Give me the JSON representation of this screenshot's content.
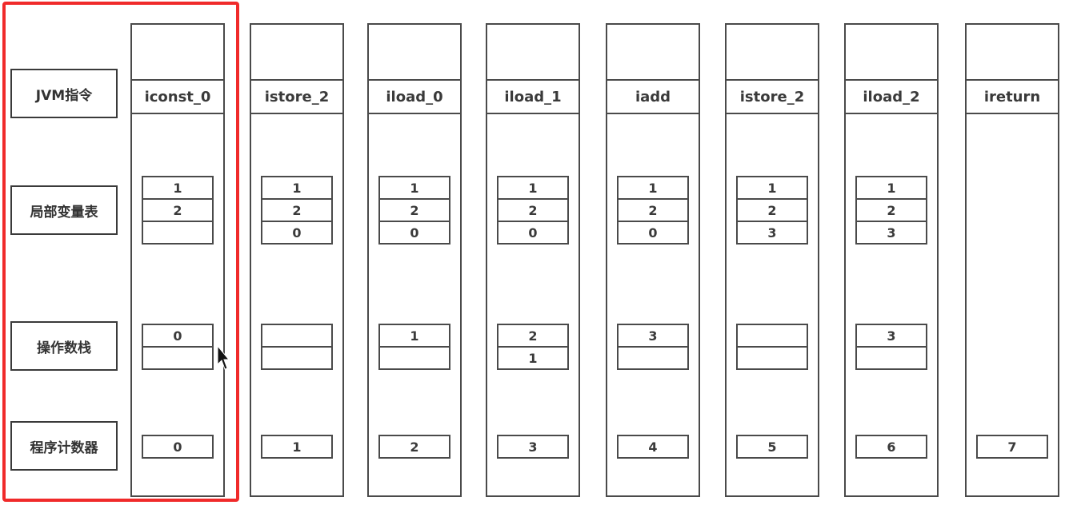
{
  "row_labels": {
    "instruction": "JVM指令",
    "locals": "局部变量表",
    "stack": "操作数栈",
    "pc": "程序计数器"
  },
  "columns": [
    {
      "instruction": "iconst_0",
      "locals": [
        "1",
        "2",
        ""
      ],
      "stack": [
        "0",
        ""
      ],
      "pc": "0"
    },
    {
      "instruction": "istore_2",
      "locals": [
        "1",
        "2",
        "0"
      ],
      "stack": [
        "",
        ""
      ],
      "pc": "1"
    },
    {
      "instruction": "iload_0",
      "locals": [
        "1",
        "2",
        "0"
      ],
      "stack": [
        "1",
        ""
      ],
      "pc": "2"
    },
    {
      "instruction": "iload_1",
      "locals": [
        "1",
        "2",
        "0"
      ],
      "stack": [
        "2",
        "1"
      ],
      "pc": "3"
    },
    {
      "instruction": "iadd",
      "locals": [
        "1",
        "2",
        "0"
      ],
      "stack": [
        "3",
        ""
      ],
      "pc": "4"
    },
    {
      "instruction": "istore_2",
      "locals": [
        "1",
        "2",
        "3"
      ],
      "stack": [
        "",
        ""
      ],
      "pc": "5"
    },
    {
      "instruction": "iload_2",
      "locals": [
        "1",
        "2",
        "3"
      ],
      "stack": [
        "3",
        ""
      ],
      "pc": "6"
    },
    {
      "instruction": "ireturn",
      "locals": [],
      "stack": [],
      "pc": "7"
    }
  ],
  "highlight": {
    "column_index": 0,
    "color": "#f02a2a"
  }
}
